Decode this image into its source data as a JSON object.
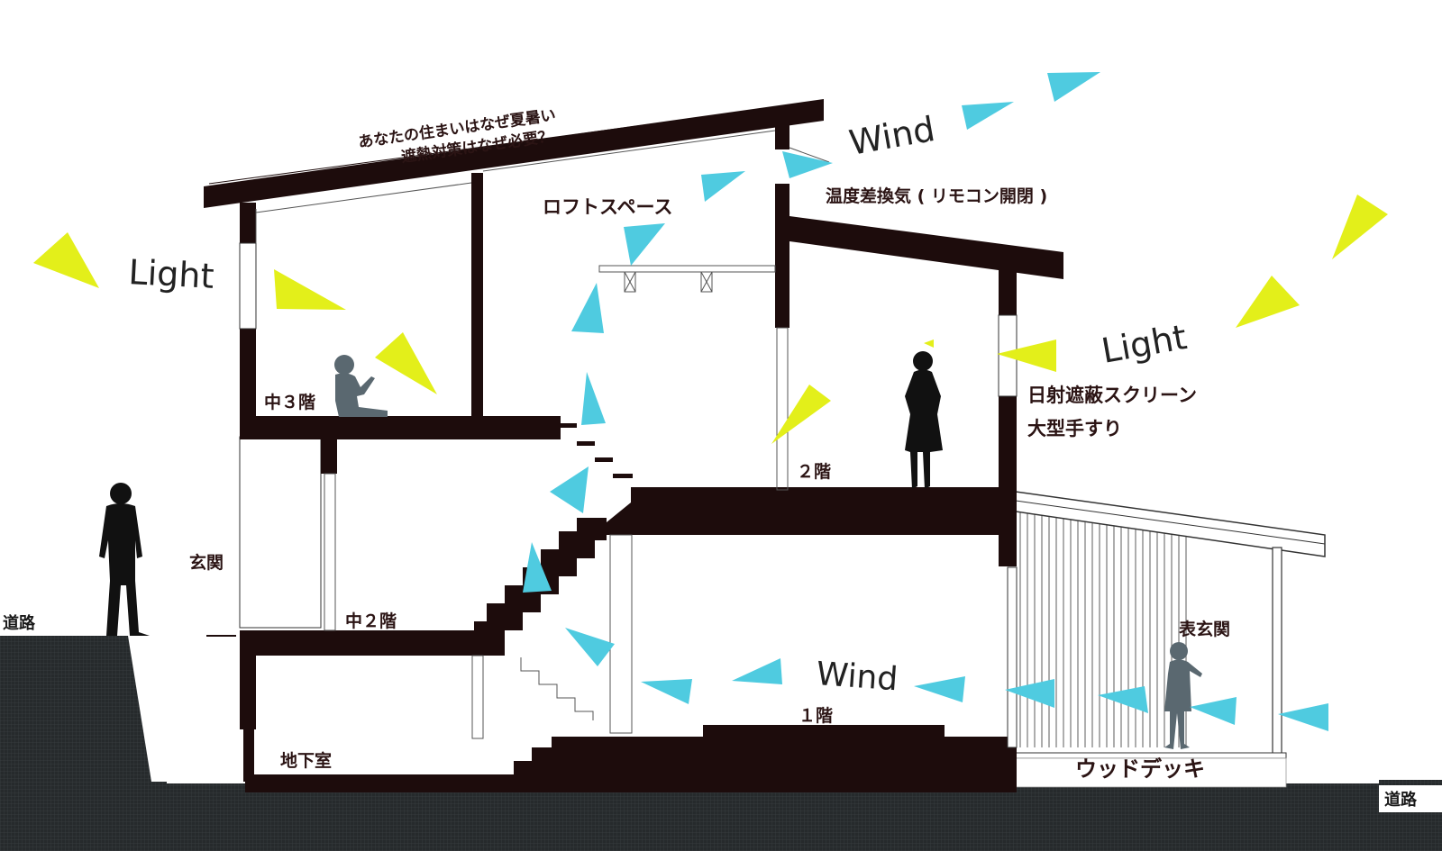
{
  "title_line1": "あなたの住まいはなぜ夏暑い",
  "title_line2": "遮熱対策はなぜ必要？",
  "labels": {
    "wind_top": "Wind",
    "wind_bottom": "Wind",
    "light_left": "Light",
    "light_right": "Light",
    "loft": "ロフトスペース",
    "ventilation": "温度差換気 ( リモコン開閉 )",
    "screen": "日射遮蔽スクリーン",
    "handrail": "大型手すり",
    "mid3": "中３階",
    "floor2": "２階",
    "entrance_left": "玄関",
    "mid2": "中２階",
    "road_left": "道路",
    "front_entrance": "表玄関",
    "floor1": "１階",
    "basement": "地下室",
    "wood_deck": "ウッドデッキ",
    "road_right": "道路"
  },
  "colors": {
    "structure": "#1d0c0c",
    "wind": "#4fcbe0",
    "light": "#e3ef1a",
    "ground": "#222628",
    "figure": "#111111",
    "child": "#5a6870"
  }
}
